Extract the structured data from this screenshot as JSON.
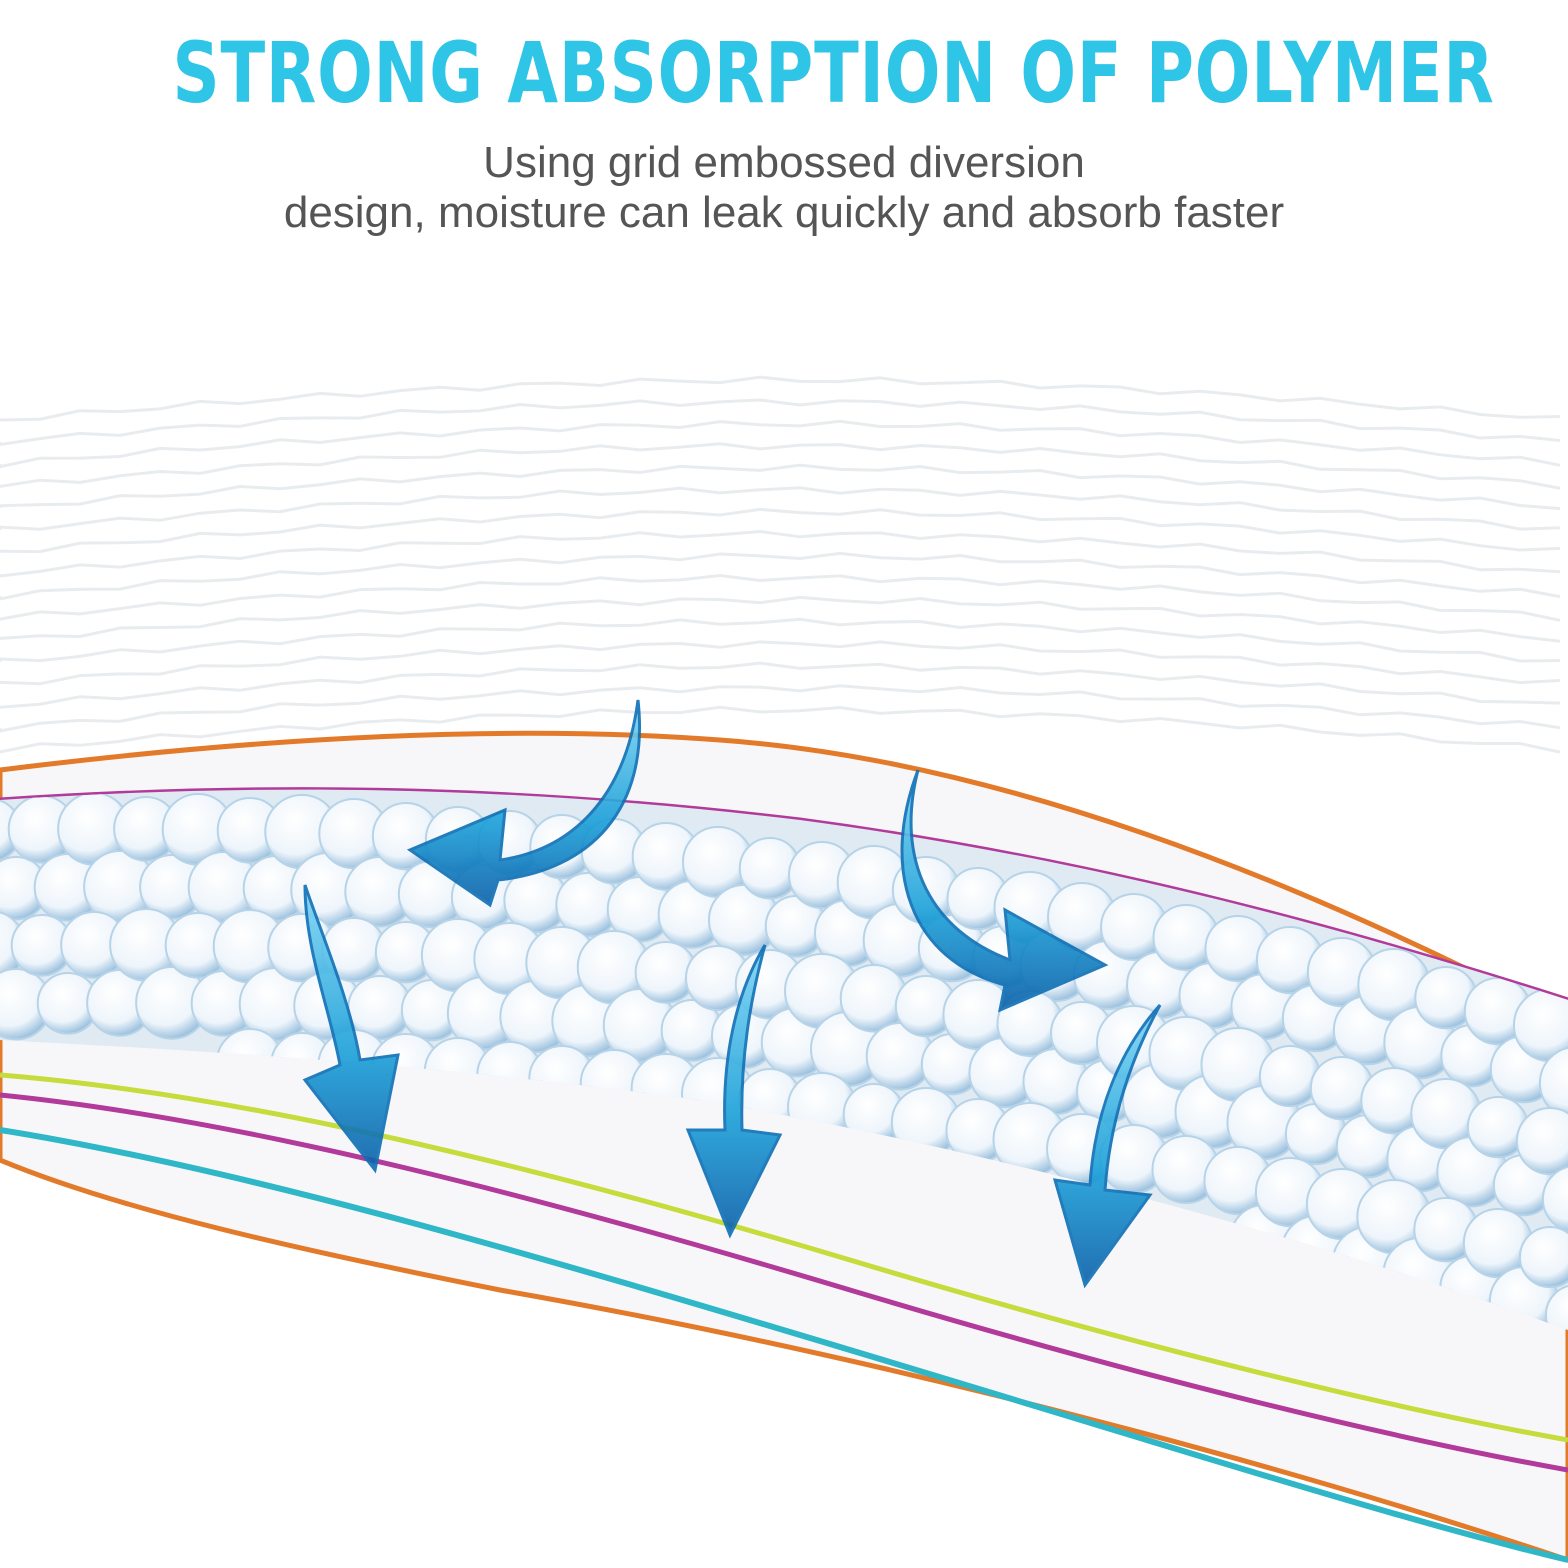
{
  "header": {
    "title": "STRONG ABSORPTION OF POLYMER",
    "subtitle_line1": "Using grid embossed diversion",
    "subtitle_line2": "design, moisture can leak quickly and absorb faster"
  },
  "colors": {
    "title": "#2ec5e6",
    "subtitle": "#555555",
    "layer_orange": "#e27a2a",
    "layer_magenta": "#b23a9a",
    "layer_yellow": "#c6dc3c",
    "layer_teal": "#2fb7c7",
    "arrow": "#1a9fd8",
    "bead": "#eef5fb"
  },
  "icons": [
    "down-arrow-icon",
    "curved-arrow-icon"
  ]
}
